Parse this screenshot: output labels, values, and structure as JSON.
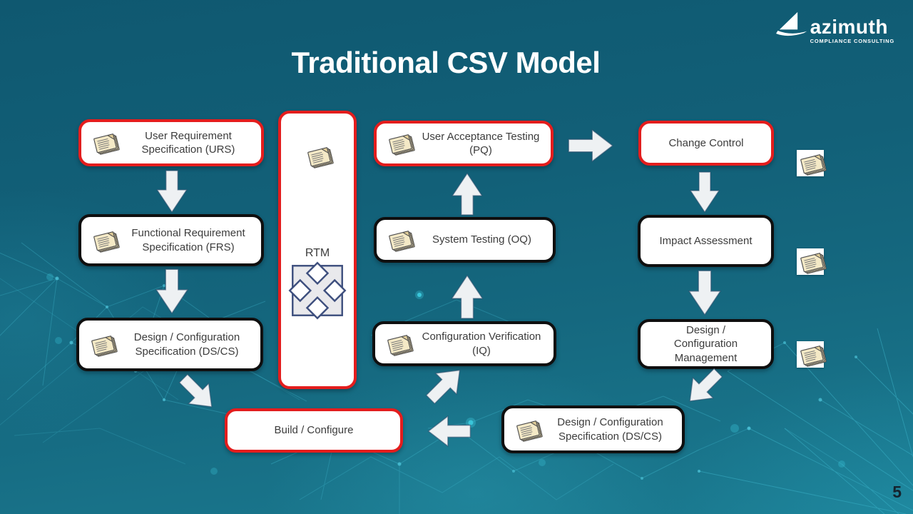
{
  "slide": {
    "title": "Traditional CSV Model",
    "page_number": "5"
  },
  "logo": {
    "brand": "azimuth",
    "tagline": "COMPLIANCE CONSULTING"
  },
  "boxes": {
    "urs": {
      "label": "User Requirement Specification (URS)",
      "border": "red",
      "has_document_icon": true
    },
    "frs": {
      "label": "Functional Requirement Specification (FRS)",
      "border": "black",
      "has_document_icon": true
    },
    "dscs_left": {
      "label": "Design / Configuration Specification (DS/CS)",
      "border": "black",
      "has_document_icon": true
    },
    "rtm": {
      "label": "RTM",
      "border": "red",
      "has_document_icon": true,
      "has_quad_arrow_icon": true
    },
    "build_configure": {
      "label": "Build / Configure",
      "border": "red"
    },
    "iq": {
      "label": "Configuration Verification (IQ)",
      "border": "black",
      "has_document_icon": true
    },
    "oq": {
      "label": "System Testing (OQ)",
      "border": "black",
      "has_document_icon": true
    },
    "pq": {
      "label": "User Acceptance Testing (PQ)",
      "border": "red",
      "has_document_icon": true
    },
    "change_control": {
      "label": "Change Control",
      "border": "red"
    },
    "impact_assessment": {
      "label": "Impact Assessment",
      "border": "black"
    },
    "design_config_mgmt": {
      "label": "Design / Configuration Management",
      "border": "black"
    },
    "dscs_right": {
      "label": "Design / Configuration Specification (DS/CS)",
      "border": "black",
      "has_document_icon": true
    }
  },
  "arrows": [
    {
      "from": "urs",
      "to": "frs",
      "direction": "down"
    },
    {
      "from": "frs",
      "to": "dscs_left",
      "direction": "down"
    },
    {
      "from": "dscs_left",
      "to": "build_configure",
      "direction": "down-right"
    },
    {
      "from": "build_configure",
      "to": "iq",
      "direction": "up-right"
    },
    {
      "from": "dscs_right",
      "to": "build_configure",
      "direction": "left"
    },
    {
      "from": "iq",
      "to": "oq",
      "direction": "up"
    },
    {
      "from": "oq",
      "to": "pq",
      "direction": "up"
    },
    {
      "from": "pq",
      "to": "change_control",
      "direction": "right"
    },
    {
      "from": "change_control",
      "to": "impact_assessment",
      "direction": "down"
    },
    {
      "from": "impact_assessment",
      "to": "design_config_mgmt",
      "direction": "down"
    },
    {
      "from": "design_config_mgmt",
      "to": "dscs_right",
      "direction": "down-left"
    }
  ],
  "side_document_icons": {
    "count": 3
  },
  "colors": {
    "background_top": "#0f5870",
    "background_bottom": "#1b7b91",
    "red_border": "#e41d1d",
    "black_border": "#0f0f0f",
    "box_background": "#ffffff",
    "box_text": "#3c3c3c",
    "arrow_fill": "#eef1f3",
    "plexus_line": "#45c0d6",
    "title_text": "#ffffff"
  }
}
